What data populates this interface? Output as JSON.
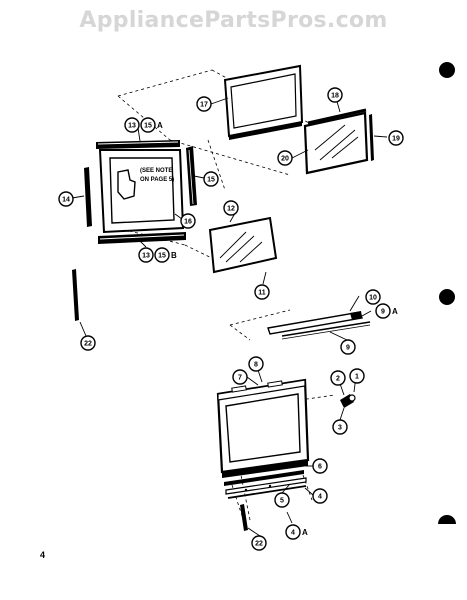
{
  "watermark": "AppliancePartsPros.com",
  "page_number": "4",
  "note": {
    "line1": "(SEE NOTE",
    "line2": "ON PAGE 5)"
  },
  "callouts": [
    {
      "id": "c17",
      "label": "17"
    },
    {
      "id": "c18",
      "label": "18"
    },
    {
      "id": "c19",
      "label": "19"
    },
    {
      "id": "c20",
      "label": "20"
    },
    {
      "id": "c13a",
      "label": "13",
      "suffix": ""
    },
    {
      "id": "c15a",
      "label": "15",
      "suffix": "A"
    },
    {
      "id": "c14",
      "label": "14"
    },
    {
      "id": "c15",
      "label": "15"
    },
    {
      "id": "c16",
      "label": "16"
    },
    {
      "id": "c13b",
      "label": "13",
      "suffix": ""
    },
    {
      "id": "c15b",
      "label": "15",
      "suffix": "B"
    },
    {
      "id": "c12",
      "label": "12"
    },
    {
      "id": "c11",
      "label": "11"
    },
    {
      "id": "c22a",
      "label": "22"
    },
    {
      "id": "c10",
      "label": "10"
    },
    {
      "id": "c9a",
      "label": "9",
      "suffix": "A"
    },
    {
      "id": "c9",
      "label": "9"
    },
    {
      "id": "c8a",
      "label": "8"
    },
    {
      "id": "c7",
      "label": "7"
    },
    {
      "id": "c2",
      "label": "2"
    },
    {
      "id": "c1",
      "label": "1"
    },
    {
      "id": "c3",
      "label": "3"
    },
    {
      "id": "c6",
      "label": "6"
    },
    {
      "id": "c5",
      "label": "5"
    },
    {
      "id": "c4",
      "label": "4"
    },
    {
      "id": "c4a",
      "label": "4",
      "suffix": "A"
    },
    {
      "id": "c22b",
      "label": "22"
    }
  ]
}
